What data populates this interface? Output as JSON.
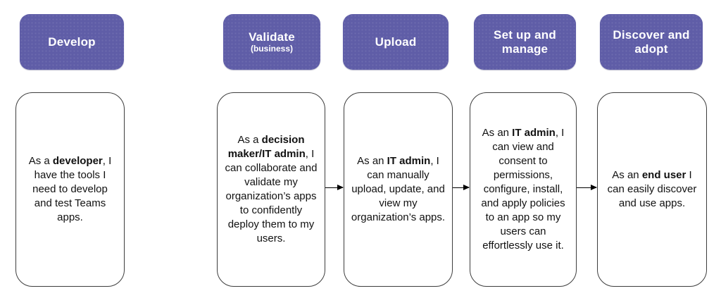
{
  "colors": {
    "header_bg": "#5F5DA7",
    "header_text": "#FFFFFF",
    "card_border": "#3D3D3D",
    "card_text": "#111111",
    "arrow": "#000000"
  },
  "stages": [
    {
      "header": {
        "title": "Develop"
      },
      "card": {
        "prefix": "As a ",
        "bold": "developer",
        "rest": ", I have the tools I need to develop and test Teams apps."
      }
    },
    {
      "header": {
        "title": "Validate",
        "subtitle": "(business)"
      },
      "card": {
        "prefix": "As a ",
        "bold": "decision maker/IT admin",
        "rest": ", I can collaborate and validate my organization’s apps to confidently deploy them to my users."
      }
    },
    {
      "header": {
        "title": "Upload"
      },
      "card": {
        "prefix": "As an ",
        "bold": "IT admin",
        "rest": ", I can manually upload, update, and view my organization’s apps."
      }
    },
    {
      "header": {
        "title": "Set up and manage"
      },
      "card": {
        "prefix": "As an ",
        "bold": "IT admin",
        "rest": ", I can view and consent to permissions, configure, install, and apply policies to an app so my users can effortlessly use it."
      }
    },
    {
      "header": {
        "title": "Discover and adopt"
      },
      "card": {
        "prefix": "As an ",
        "bold": "end user",
        "rest": " I can easily discover and use apps."
      }
    }
  ],
  "arrows": [
    {
      "name": "arrow-validate-to-upload"
    },
    {
      "name": "arrow-upload-to-setup"
    },
    {
      "name": "arrow-setup-to-discover"
    }
  ]
}
